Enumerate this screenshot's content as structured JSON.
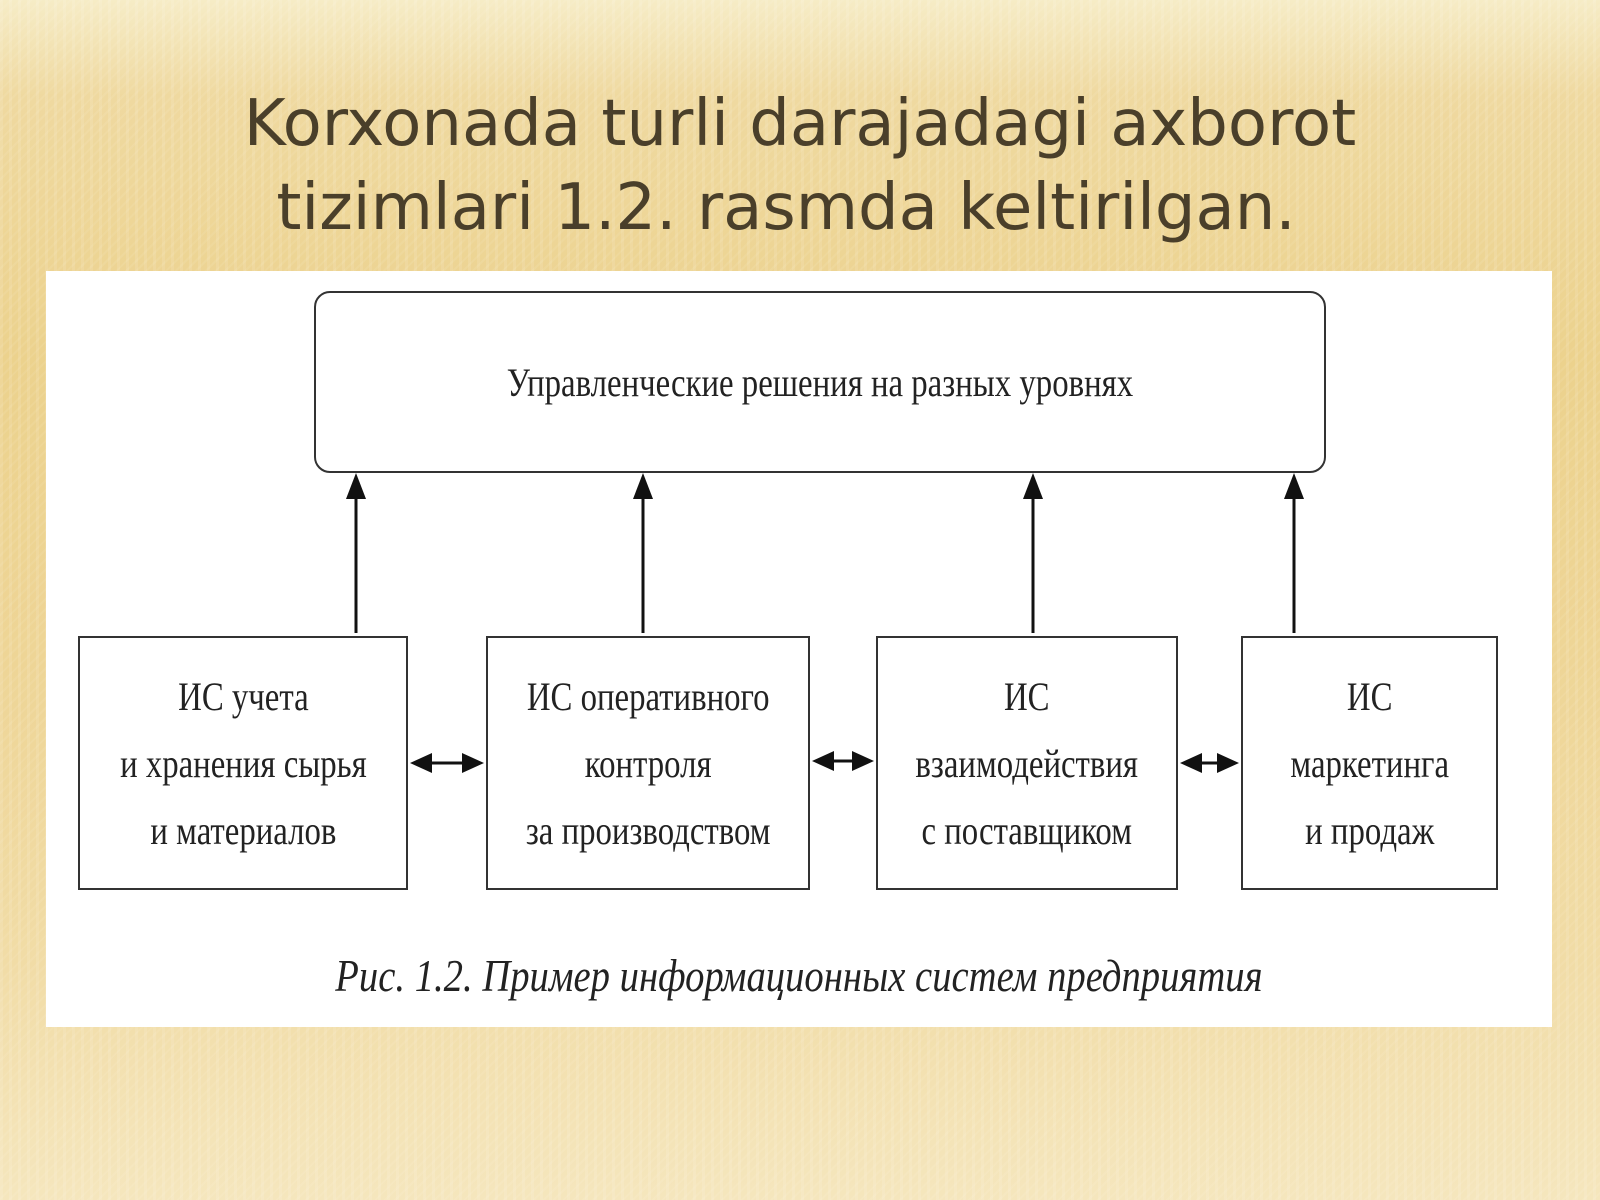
{
  "slide": {
    "title_line1": "Korxonada turli darajadagi axborot",
    "title_line2": "tizimlari 1.2. rasmda keltirilgan."
  },
  "diagram": {
    "top_node": "Управленческие решения на разных уровнях",
    "systems": [
      {
        "lines": [
          "ИС учета",
          "и хранения сырья",
          "и материалов"
        ]
      },
      {
        "lines": [
          "ИС оперативного",
          "контроля",
          "за производством"
        ]
      },
      {
        "lines": [
          "ИС",
          "взаимодействия",
          "с поставщиком"
        ]
      },
      {
        "lines": [
          "ИС",
          "маркетинга",
          "и продаж"
        ]
      }
    ],
    "caption": "Рис. 1.2. Пример информационных систем предприятия",
    "edges": [
      {
        "from": "systems.0",
        "to": "top_node",
        "type": "arrow-up"
      },
      {
        "from": "systems.1",
        "to": "top_node",
        "type": "arrow-up"
      },
      {
        "from": "systems.2",
        "to": "top_node",
        "type": "arrow-up"
      },
      {
        "from": "systems.3",
        "to": "top_node",
        "type": "arrow-up"
      },
      {
        "from": "systems.0",
        "to": "systems.1",
        "type": "bidirectional"
      },
      {
        "from": "systems.1",
        "to": "systems.2",
        "type": "bidirectional"
      },
      {
        "from": "systems.2",
        "to": "systems.3",
        "type": "bidirectional"
      }
    ]
  }
}
